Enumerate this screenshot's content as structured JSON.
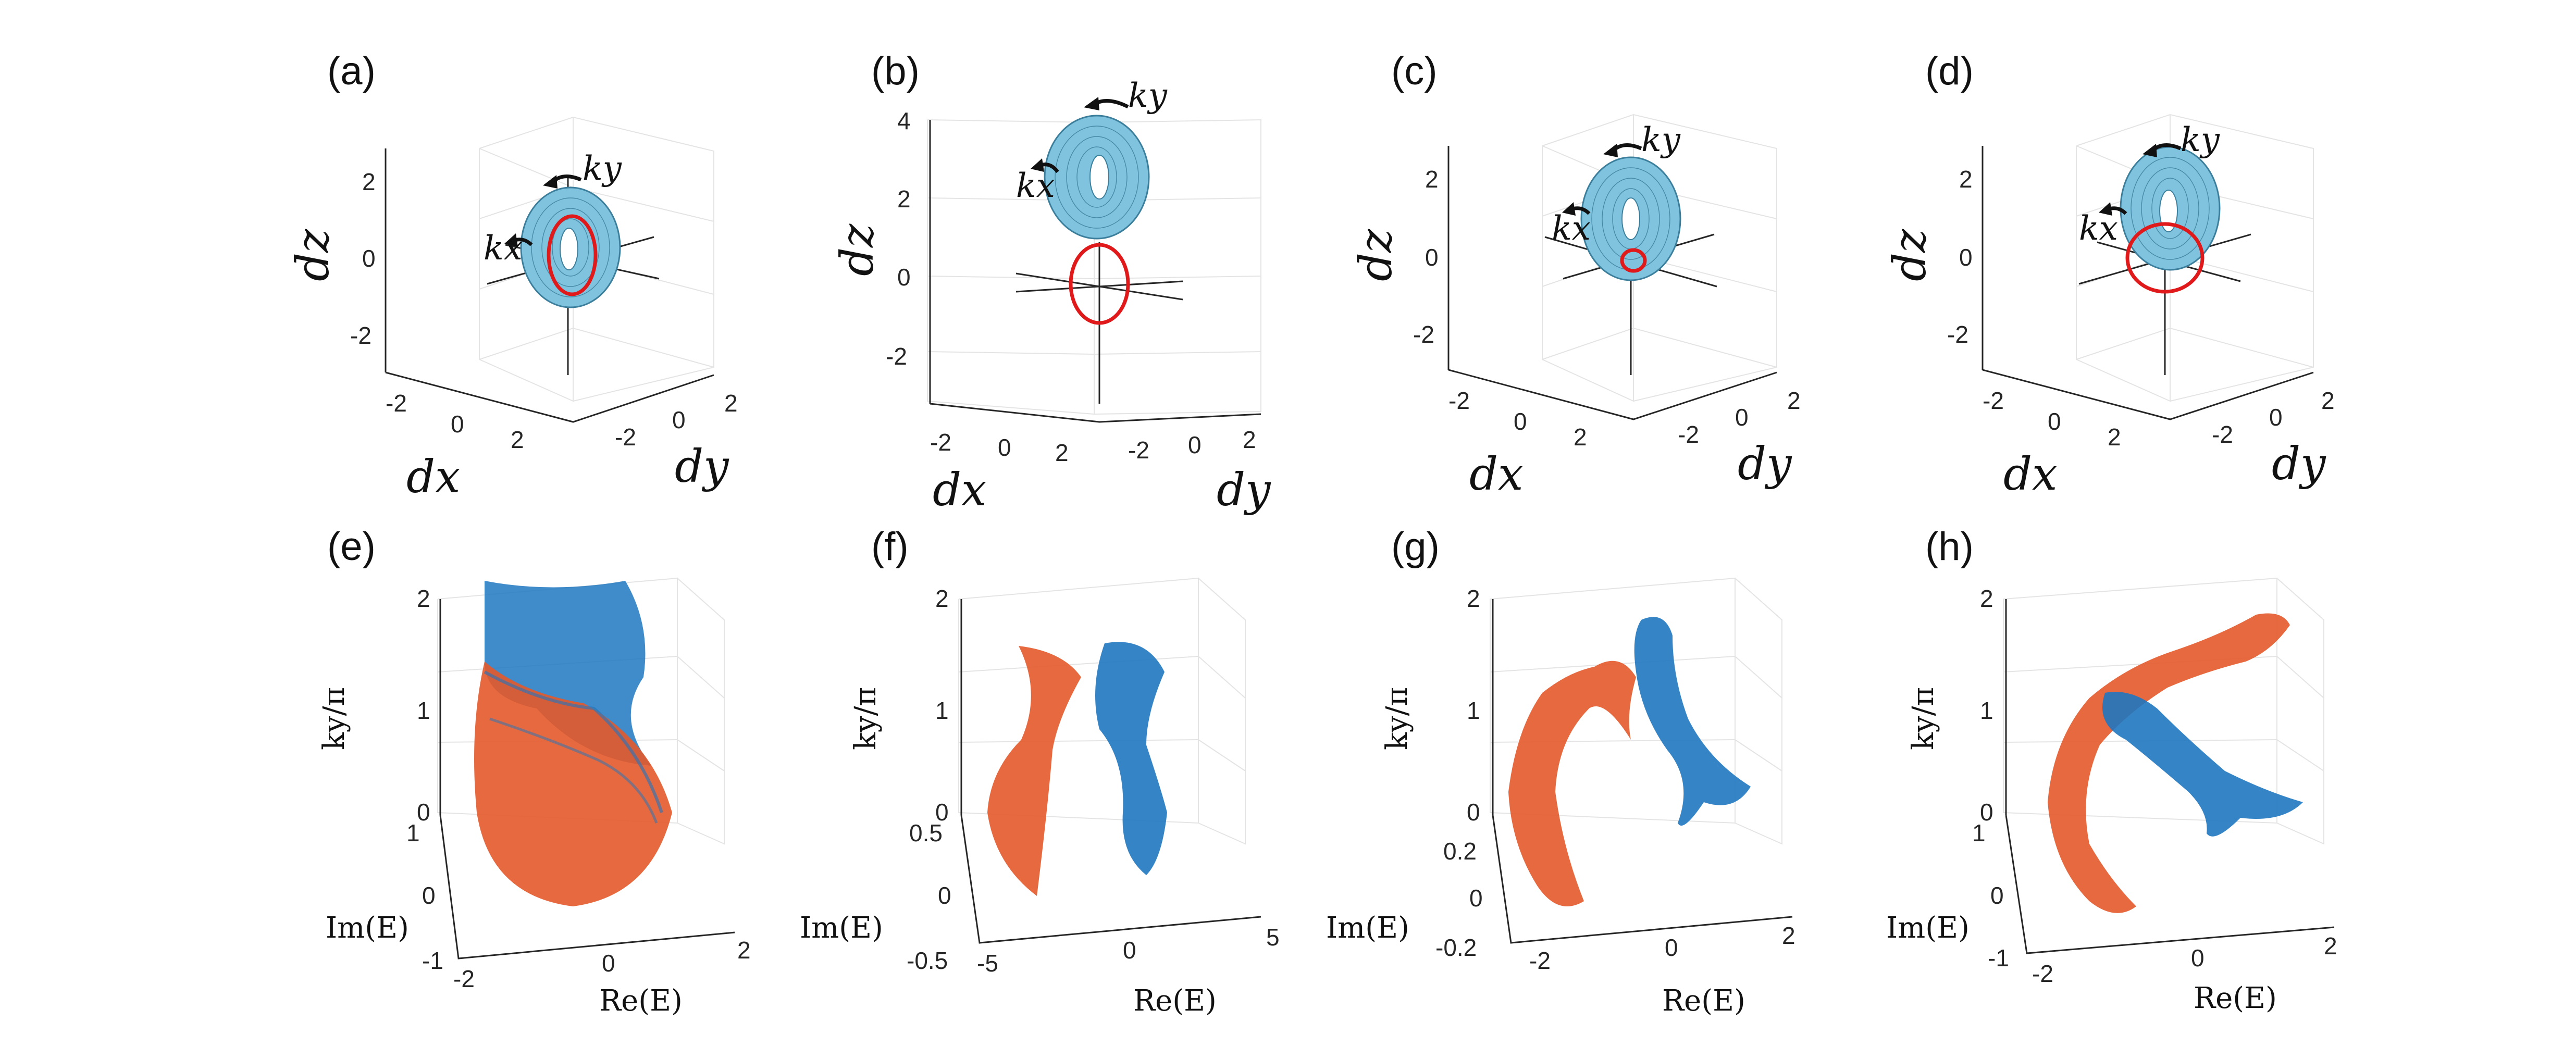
{
  "figure": {
    "top_row": {
      "panels": [
        {
          "label": "(a)",
          "z_ticks": [
            "2",
            "0",
            "-2"
          ],
          "x_ticks": [
            "-2",
            "0",
            "2"
          ],
          "y_ticks": [
            "-2",
            "0",
            "2"
          ],
          "zlabel": "dz",
          "xlabel": "dx",
          "ylabel": "dy",
          "kx": "kx",
          "ky": "ky"
        },
        {
          "label": "(b)",
          "z_ticks": [
            "4",
            "2",
            "0",
            "-2"
          ],
          "x_ticks": [
            "-2",
            "0",
            "2"
          ],
          "y_ticks": [
            "-2",
            "0",
            "2"
          ],
          "zlabel": "dz",
          "xlabel": "dx",
          "ylabel": "dy",
          "kx": "kx",
          "ky": "ky"
        },
        {
          "label": "(c)",
          "z_ticks": [
            "2",
            "0",
            "-2"
          ],
          "x_ticks": [
            "-2",
            "0",
            "2"
          ],
          "y_ticks": [
            "-2",
            "0",
            "2"
          ],
          "zlabel": "dz",
          "xlabel": "dx",
          "ylabel": "dy",
          "kx": "kx",
          "ky": "ky"
        },
        {
          "label": "(d)",
          "z_ticks": [
            "2",
            "0",
            "-2"
          ],
          "x_ticks": [
            "-2",
            "0",
            "2"
          ],
          "y_ticks": [
            "-2",
            "0",
            "2"
          ],
          "zlabel": "dz",
          "xlabel": "dx",
          "ylabel": "dy",
          "kx": "kx",
          "ky": "ky"
        }
      ]
    },
    "bottom_row": {
      "panels": [
        {
          "label": "(e)",
          "z_ticks": [
            "2",
            "1",
            "0"
          ],
          "im_ticks": [
            "1",
            "0",
            "-1"
          ],
          "re_ticks": [
            "-2",
            "0",
            "2"
          ],
          "zlabel": "ky/π",
          "xlabel": "Re(E)",
          "ylabel": "Im(E)"
        },
        {
          "label": "(f)",
          "z_ticks": [
            "2",
            "1",
            "0"
          ],
          "im_ticks": [
            "0.5",
            "0",
            "-0.5"
          ],
          "re_ticks": [
            "-5",
            "0",
            "5"
          ],
          "zlabel": "ky/π",
          "xlabel": "Re(E)",
          "ylabel": "Im(E)"
        },
        {
          "label": "(g)",
          "z_ticks": [
            "2",
            "1",
            "0"
          ],
          "im_ticks": [
            "0.2",
            "0",
            "-0.2"
          ],
          "re_ticks": [
            "-2",
            "0",
            "2"
          ],
          "zlabel": "ky/π",
          "xlabel": "Re(E)",
          "ylabel": "Im(E)"
        },
        {
          "label": "(h)",
          "z_ticks": [
            "2",
            "1",
            "0"
          ],
          "im_ticks": [
            "1",
            "0",
            "-1"
          ],
          "re_ticks": [
            "-2",
            "0",
            "2"
          ],
          "zlabel": "ky/π",
          "xlabel": "Re(E)",
          "ylabel": "Im(E)"
        }
      ]
    },
    "colors": {
      "torus": "#7fc3df",
      "loop": "#e0191b",
      "band_orange": "#e4592a",
      "band_blue": "#1f77c0"
    }
  }
}
